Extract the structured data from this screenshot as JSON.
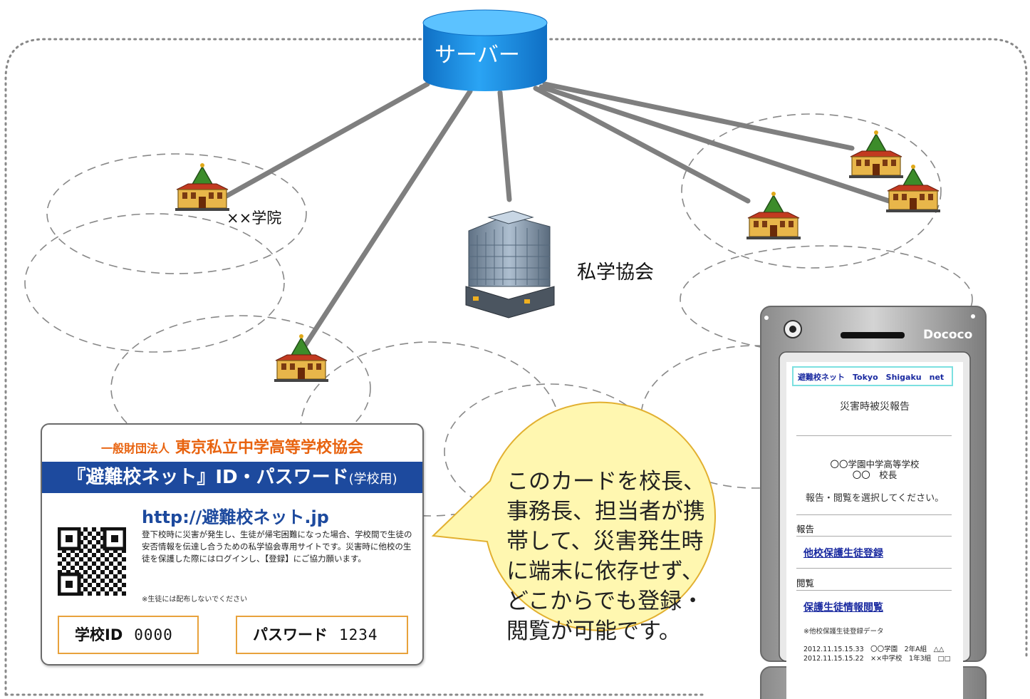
{
  "server": {
    "label": "サーバー",
    "color": "#1e90e6"
  },
  "school": {
    "label": "××学院"
  },
  "association": {
    "label": "私学協会"
  },
  "card": {
    "org_prefix": "一般財団法人",
    "org_name": "東京私立中学高等学校協会",
    "banner": "『避難校ネット』ID・パスワード",
    "banner_sub": "(学校用)",
    "url": "http://避難校ネット.jp",
    "description": "登下校時に災害が発生し、生徒が帰宅困難になった場合、学校間で生徒の安否情報を伝達し合うための私学協会専用サイトです。災害時に他校の生徒を保護した際にはログインし、【登録】にご協力願います。",
    "note": "※生徒には配布しないでください",
    "id_label": "学校ID",
    "id_value": "0000",
    "pw_label": "パスワード",
    "pw_value": "1234",
    "accent_color": "#e8630f",
    "banner_color": "#1d4a9e"
  },
  "callout": {
    "text": "このカードを校長、事務長、担当者が携帯して、災害発生時に端末に依存せず、どこからでも登録・閲覧が可能です。",
    "color": "#fff7b0"
  },
  "phone": {
    "brand": "Dococo",
    "screen": {
      "header": "避難校ネット　Tokyo　Shigaku　net",
      "title": "災害時被災報告",
      "school": "〇〇学園中学高等学校",
      "principal": "〇〇　校長",
      "instruction": "報告・閲覧を選択してください。",
      "report_heading": "報告",
      "report_link": "他校保護生徒登録",
      "view_heading": "閲覧",
      "view_link": "保護生徒情報閲覧",
      "data_label": "※他校保護生徒登録データ",
      "entries": [
        "2012.11.15.15.33　〇〇学園　2年A組　△△",
        "2012.11.15.15.22　××中学校　1年3組　□□"
      ]
    }
  }
}
